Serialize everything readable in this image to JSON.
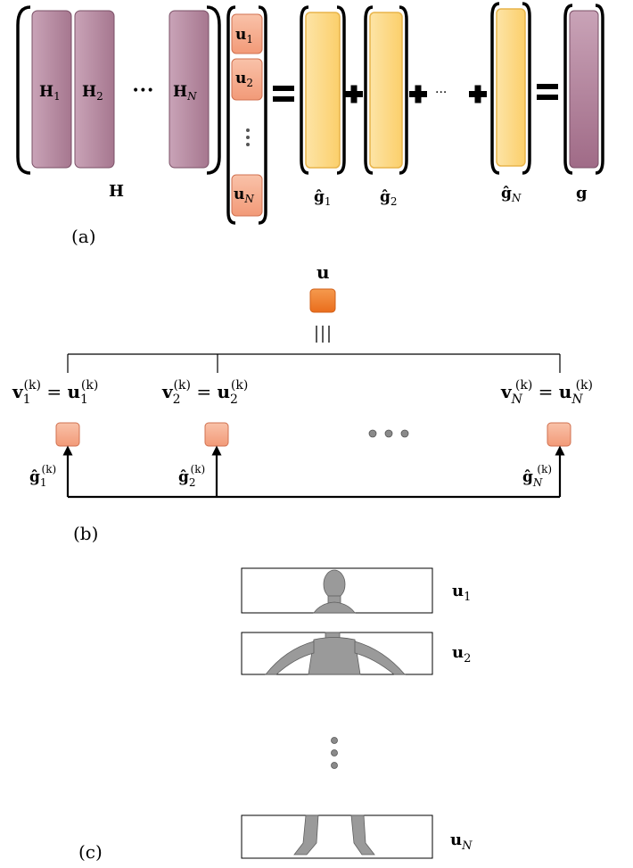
{
  "panel_a": {
    "caption": "(a)",
    "H_blocks": [
      {
        "letter": "H",
        "sub": "1"
      },
      {
        "letter": "H",
        "sub": "2"
      },
      {
        "letter": "H",
        "sub": "N"
      }
    ],
    "H_dots": "•••",
    "H_label": "H",
    "u_blocks": [
      {
        "letter": "u",
        "sub": "1"
      },
      {
        "letter": "u",
        "sub": "2"
      },
      {
        "letter": "u",
        "sub": "N"
      }
    ],
    "u_vdots": "⋮",
    "equals": "=",
    "plus": "+",
    "sum_dots": "···",
    "g_hat_labels": [
      {
        "letter": "ĝ",
        "sub": "1"
      },
      {
        "letter": "ĝ",
        "sub": "2"
      },
      {
        "letter": "ĝ",
        "sub": "N"
      }
    ],
    "g_label": "g"
  },
  "panel_b": {
    "caption": "(b)",
    "u_label": "u",
    "equiv": "|||",
    "nodes": [
      {
        "lhs": "v",
        "sub": "1",
        "rhs": "u",
        "sup": "(k)",
        "g": "ĝ"
      },
      {
        "lhs": "v",
        "sub": "2",
        "rhs": "u",
        "sup": "(k)",
        "g": "ĝ"
      },
      {
        "lhs": "v",
        "sub": "N",
        "rhs": "u",
        "sup": "(k)",
        "g": "ĝ"
      }
    ],
    "dots": "•••"
  },
  "panel_c": {
    "caption": "(c)",
    "slice_labels": [
      {
        "letter": "u",
        "sub": "1"
      },
      {
        "letter": "u",
        "sub": "2"
      },
      {
        "letter": "u",
        "sub": "N"
      }
    ]
  },
  "colors": {
    "H_fill": "#b3889f",
    "H_stroke": "#7a4f66",
    "u_fill": "#f4a98a",
    "u_stroke": "#d07150",
    "g_hat_fill": "#fcd98a",
    "g_hat_stroke": "#e8b44a",
    "u_dark": "#f07a2a",
    "mesh": "#9a9a9a"
  }
}
